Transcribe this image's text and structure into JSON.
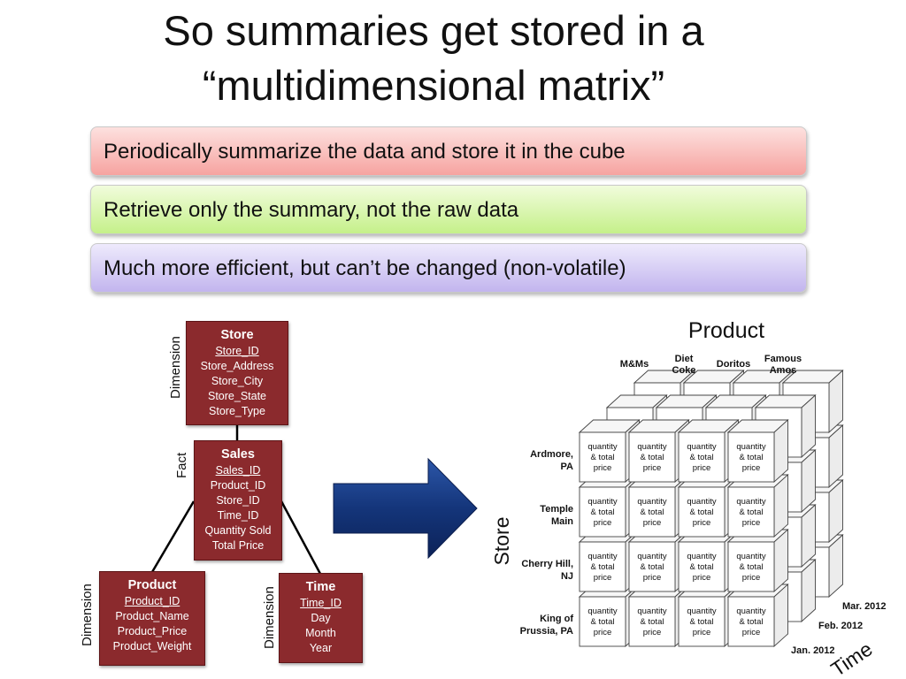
{
  "slide": {
    "title_line1": "So summaries get stored in a",
    "title_line2": "“multidimensional matrix”"
  },
  "bullets": [
    {
      "text": "Periodically summarize the data and store it in the cube",
      "color": "#f6a3a0"
    },
    {
      "text": "Retrieve only the summary, not the raw data",
      "color": "#c5f08a"
    },
    {
      "text": "Much more efficient, but can’t be changed (non-volatile)",
      "color": "#c2b5ee"
    }
  ],
  "schema": {
    "table_color": "#8b2a2d",
    "store": {
      "label": "Dimension",
      "name": "Store",
      "key": "Store_ID",
      "fields": [
        "Store_Address",
        "Store_City",
        "Store_State",
        "Store_Type"
      ]
    },
    "sales": {
      "label": "Fact",
      "name": "Sales",
      "key": "Sales_ID",
      "fields": [
        "Product_ID",
        "Store_ID",
        "Time_ID",
        "Quantity Sold",
        "Total Price"
      ]
    },
    "product": {
      "label": "Dimension",
      "name": "Product",
      "key": "Product_ID",
      "fields": [
        "Product_Name",
        "Product_Price",
        "Product_Weight"
      ]
    },
    "time": {
      "label": "Dimension",
      "name": "Time",
      "key": "Time_ID",
      "fields": [
        "Day",
        "Month",
        "Year"
      ]
    }
  },
  "arrow": {
    "color": "#1f3f8a",
    "icon": "right-arrow-icon"
  },
  "cube": {
    "product_axis_label": "Product",
    "store_axis_label": "Store",
    "time_axis_label": "Time",
    "products": [
      "M&Ms",
      "Diet\nCoke",
      "Doritos",
      "Famous\nAmos"
    ],
    "stores": [
      "Ardmore,\nPA",
      "Temple\nMain",
      "Cherry Hill,\nNJ",
      "King of\nPrussia, PA"
    ],
    "times": [
      "Jan. 2012",
      "Feb. 2012",
      "Mar. 2012"
    ],
    "cell_text": "quantity\n& total\nprice"
  }
}
